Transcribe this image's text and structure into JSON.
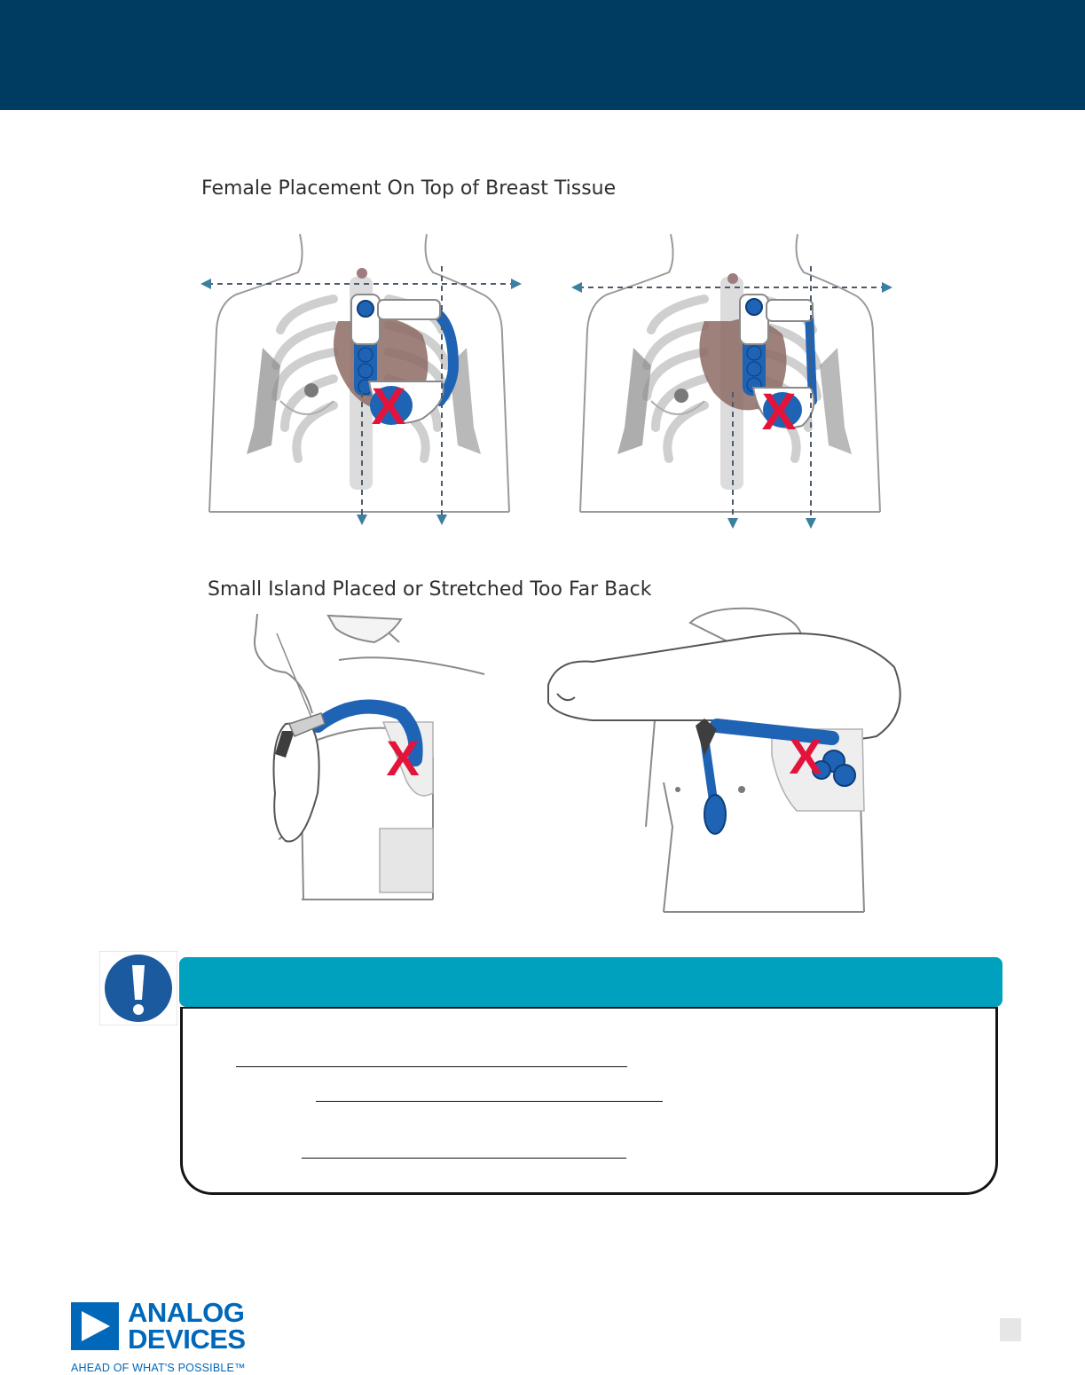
{
  "sections": {
    "female_placement_title": "Female Placement On Top of Breast Tissue",
    "small_island_title": "Small Island Placed or Stretched Too Far Back"
  },
  "figures": {
    "incorrect_mark": "X"
  },
  "logo": {
    "line1": "ANALOG",
    "line2": "DEVICES",
    "tagline": "AHEAD OF WHAT'S POSSIBLE™"
  },
  "colors": {
    "header_band": "#003b61",
    "notice_banner": "#00a0bf",
    "electrode_blue": "#1e63b4",
    "incorrect_red": "#e3143c",
    "brand_blue": "#0067b9"
  },
  "icons": {
    "notice": "exclamation-circle-icon",
    "logo": "analog-devices-triangle-logo"
  }
}
